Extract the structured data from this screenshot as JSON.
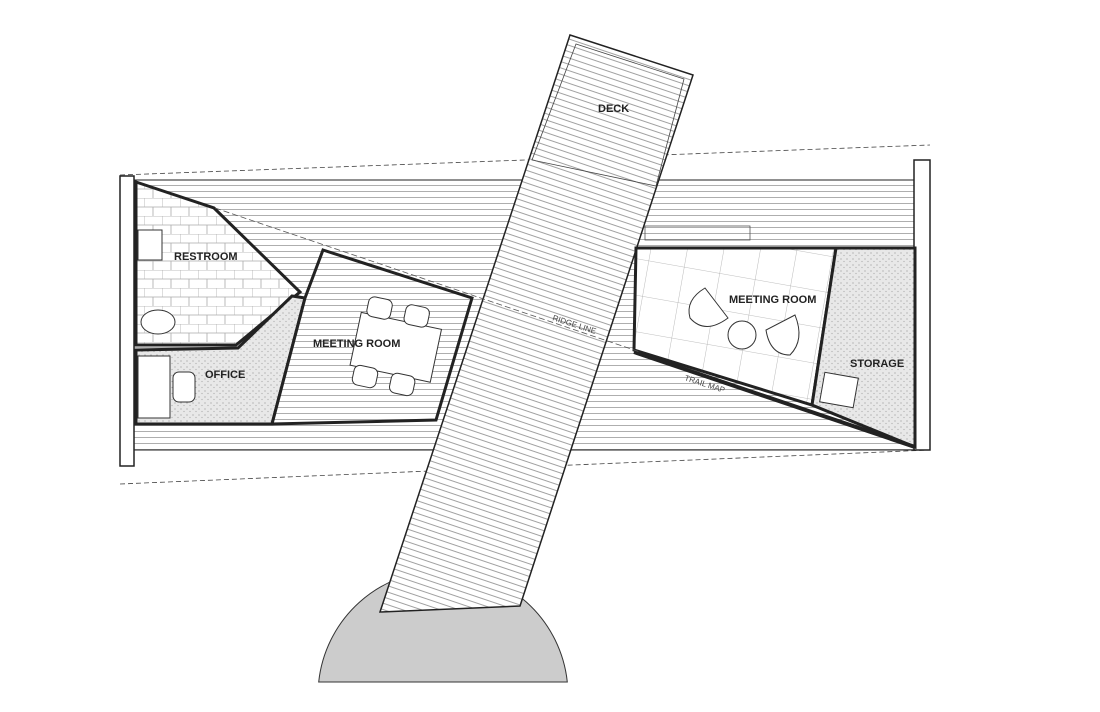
{
  "plan": {
    "labels": {
      "deck": "DECK",
      "restroom": "RESTROOM",
      "meeting_room_left": "MEETING ROOM",
      "office": "OFFICE",
      "ridge_line": "RIDGE LINE",
      "meeting_room_right": "MEETING ROOM",
      "storage": "STORAGE",
      "trail_map": "TRAIL MAP"
    },
    "colors": {
      "line": "#222222",
      "hatch": "#9a9a9a",
      "stipple": "#e4e4e4",
      "ground": "#cccccc"
    }
  }
}
